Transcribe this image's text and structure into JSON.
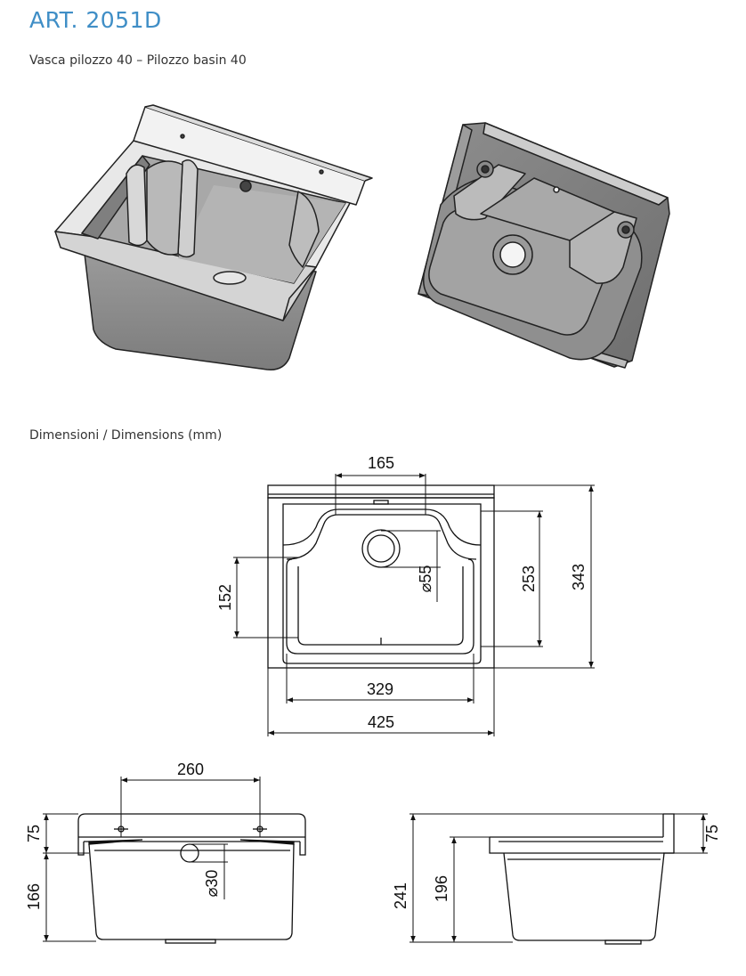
{
  "header": {
    "title": "ART. 2051D",
    "subtitle": "Vasca pilozzo 40 – Pilozzo basin 40",
    "dimensions_label": "Dimensioni / Dimensions (mm)"
  },
  "dimensions": {
    "top_view": {
      "width_drain_spacing": "165",
      "drain_diameter": "⌀55",
      "inner_depth": "253",
      "overall_depth": "343",
      "shelf_depth": "152",
      "inner_width": "329",
      "overall_width": "425"
    },
    "front_view": {
      "hole_spacing": "260",
      "rim_height": "75",
      "body_height": "166",
      "hole_diameter": "⌀30"
    },
    "side_view": {
      "total_height": "241",
      "basin_height": "196",
      "back_height": "75"
    }
  },
  "colors": {
    "title": "#3f8ec6",
    "line": "#111111"
  }
}
